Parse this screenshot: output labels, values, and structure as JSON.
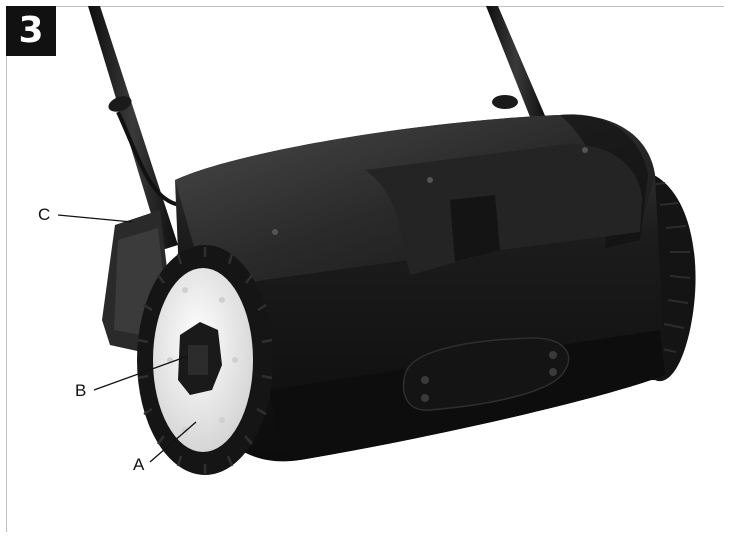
{
  "figure": {
    "number": "3"
  },
  "callouts": {
    "a": "A",
    "b": "B",
    "c": "C"
  },
  "colors": {
    "body": "#1b1b1b",
    "hub": "#e9e9e9",
    "line": "#111111"
  }
}
